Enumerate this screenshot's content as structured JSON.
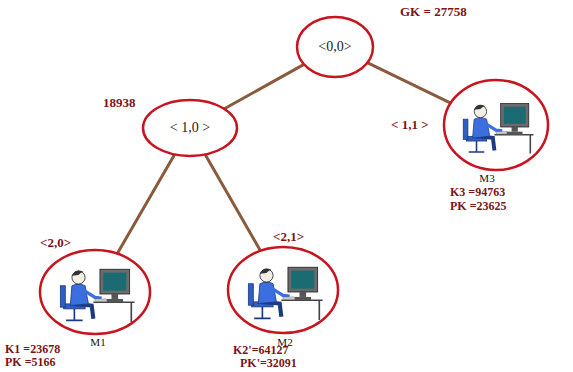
{
  "diagram": {
    "nodes": [
      {
        "text": [
          "<0,0>"
        ]
      },
      {
        "text": [
          "< 1,0 >"
        ]
      },
      {
        "text": [
          "< 1,1 >",
          "M3",
          "K3 =94763",
          "PK =23625"
        ]
      },
      {
        "text": [
          "<2,0>",
          "M1",
          "K1 =23678",
          "PK =5166"
        ]
      },
      {
        "text": [
          "<2,1>",
          "M2",
          "K2'=64127",
          "PK'=32091"
        ]
      }
    ],
    "edges": [
      {
        "from": 0,
        "to": 1,
        "arrow": "none"
      },
      {
        "from": 0,
        "to": 2,
        "arrow": "none"
      },
      {
        "from": 1,
        "to": 3,
        "arrow": "none"
      },
      {
        "from": 1,
        "to": 4,
        "arrow": "none"
      }
    ],
    "labels": [
      "GK = 27758",
      "18938"
    ]
  }
}
